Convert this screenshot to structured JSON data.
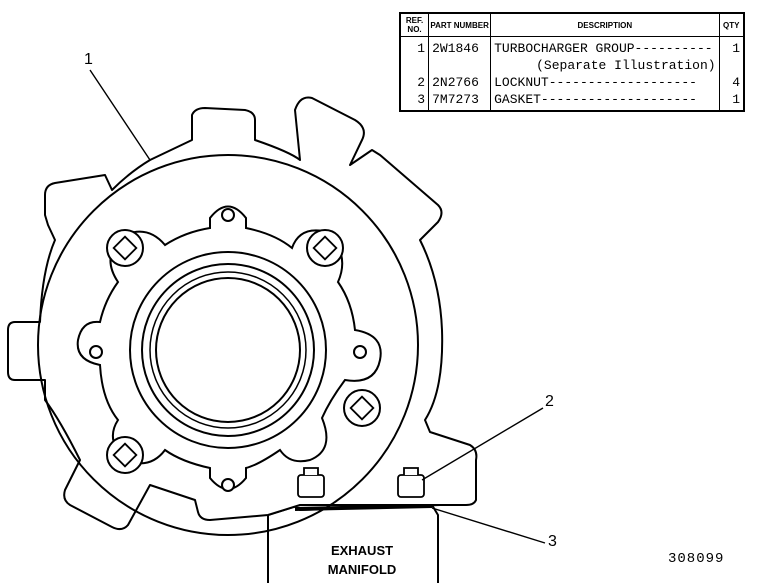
{
  "parts_table": {
    "headers": {
      "ref_no": "REF. NO.",
      "part_number": "PART NUMBER",
      "description": "DESCRIPTION",
      "qty": "QTY"
    },
    "rows": [
      {
        "ref": "1",
        "part": "2W1846",
        "desc": "TURBOCHARGER GROUP----------",
        "desc_sub": "(Separate Illustration)",
        "qty": "1"
      },
      {
        "ref": "2",
        "part": "2N2766",
        "desc": "LOCKNUT-------------------",
        "qty": "4"
      },
      {
        "ref": "3",
        "part": "7M7273",
        "desc": "GASKET--------------------",
        "qty": "1"
      }
    ]
  },
  "callouts": {
    "c1": "1",
    "c2": "2",
    "c3": "3"
  },
  "manifold_label": {
    "line1": "EXHAUST",
    "line2": "MANIFOLD"
  },
  "figure_number": "308099"
}
